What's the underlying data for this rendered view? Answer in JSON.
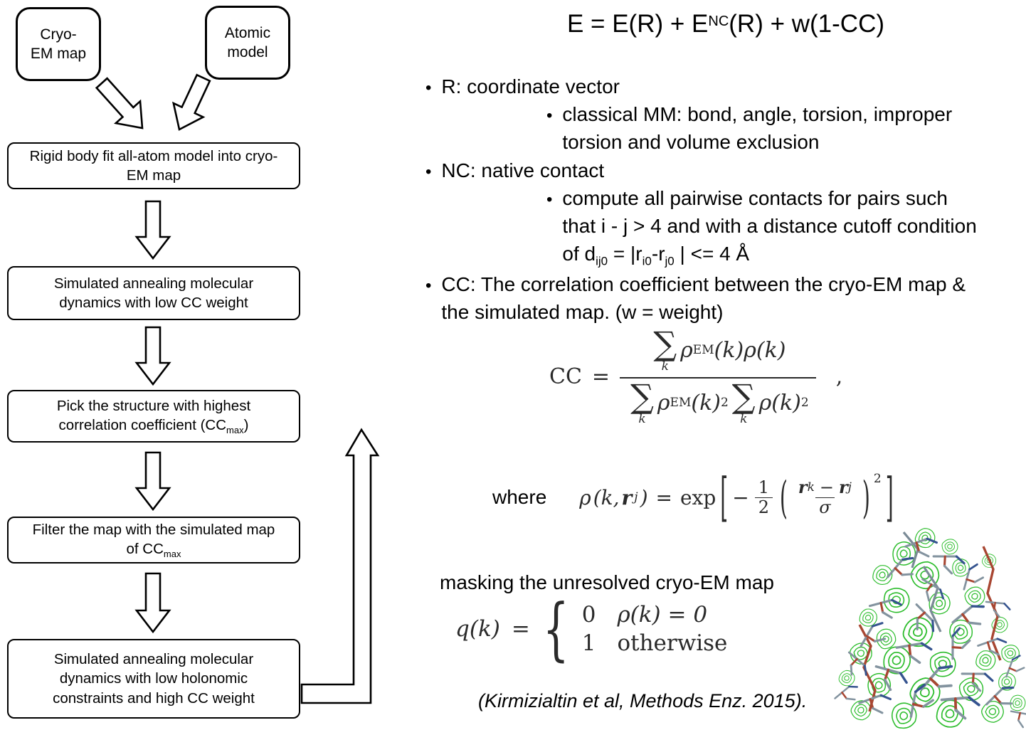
{
  "flowchart": {
    "input_cryoem": "Cryo-\nEM map",
    "input_model": "Atomic\nmodel",
    "step1": "Rigid body fit all-atom model into cryo-\nEM map",
    "step2": "Simulated annealing molecular\ndynamics with low CC weight",
    "step3_pre": "Pick the structure with highest\ncorrelation coefficient (CC",
    "step3_sub": "max",
    "step3_post": ")",
    "step4_pre": "Filter the map with the simulated map\nof CC",
    "step4_sub": "max",
    "step5": "Simulated annealing molecular\ndynamics with low holonomic\nconstraints and high CC weight"
  },
  "energy_equation": {
    "p1": "E = E(R) + E",
    "sup": "NC",
    "p2": "(R) + w(1-CC)"
  },
  "bullets": {
    "r_label": "R: coordinate vector",
    "r_sub": "classical MM: bond, angle, torsion, improper\ntorsion and volume exclusion",
    "nc_label": "NC: native contact",
    "nc_sub_p1": "compute all pairwise contacts for pairs such\nthat i - j > 4 and with a distance cutoff condition\nof d",
    "nc_sub_s1": "ij0",
    "nc_sub_p2": " = |r",
    "nc_sub_s2": "i0",
    "nc_sub_p3": "-r",
    "nc_sub_s3": "j0",
    "nc_sub_p4": " | <= 4 Å",
    "cc_label": "CC: The correlation coefficient between the cryo-EM map &\nthe simulated map. (w = weight)"
  },
  "cc_equation": {
    "lhs": "CC",
    "equals": "=",
    "sigma_sum": "∑",
    "sum_index": "k",
    "rho": "ρ",
    "em_sup": "EM",
    "k_arg": "(k)",
    "squared": "2",
    "comma": ","
  },
  "rho_equation": {
    "where_label": "where",
    "rho": "ρ",
    "arg_open": "(k, ",
    "r_vec": "r",
    "sub_j": "j",
    "arg_close": ")",
    "equals": "=",
    "exp": "exp",
    "bracket_open": "[",
    "bracket_close": "]",
    "paren_open": "(",
    "paren_close": ")",
    "minus": "−",
    "one": "1",
    "two": "2",
    "sub_k": "k",
    "sigma": "σ",
    "squared": "2"
  },
  "masking": {
    "label": "masking the unresolved cryo-EM map",
    "q_lhs": "q(k)",
    "equals": "=",
    "brace": "{",
    "case1_value": "0",
    "case1_condition": "ρ(k) = 0",
    "case2_value": "1",
    "case2_condition": "otherwise"
  },
  "citation": "(Kirmizialtin et al, Methods Enz. 2015)."
}
